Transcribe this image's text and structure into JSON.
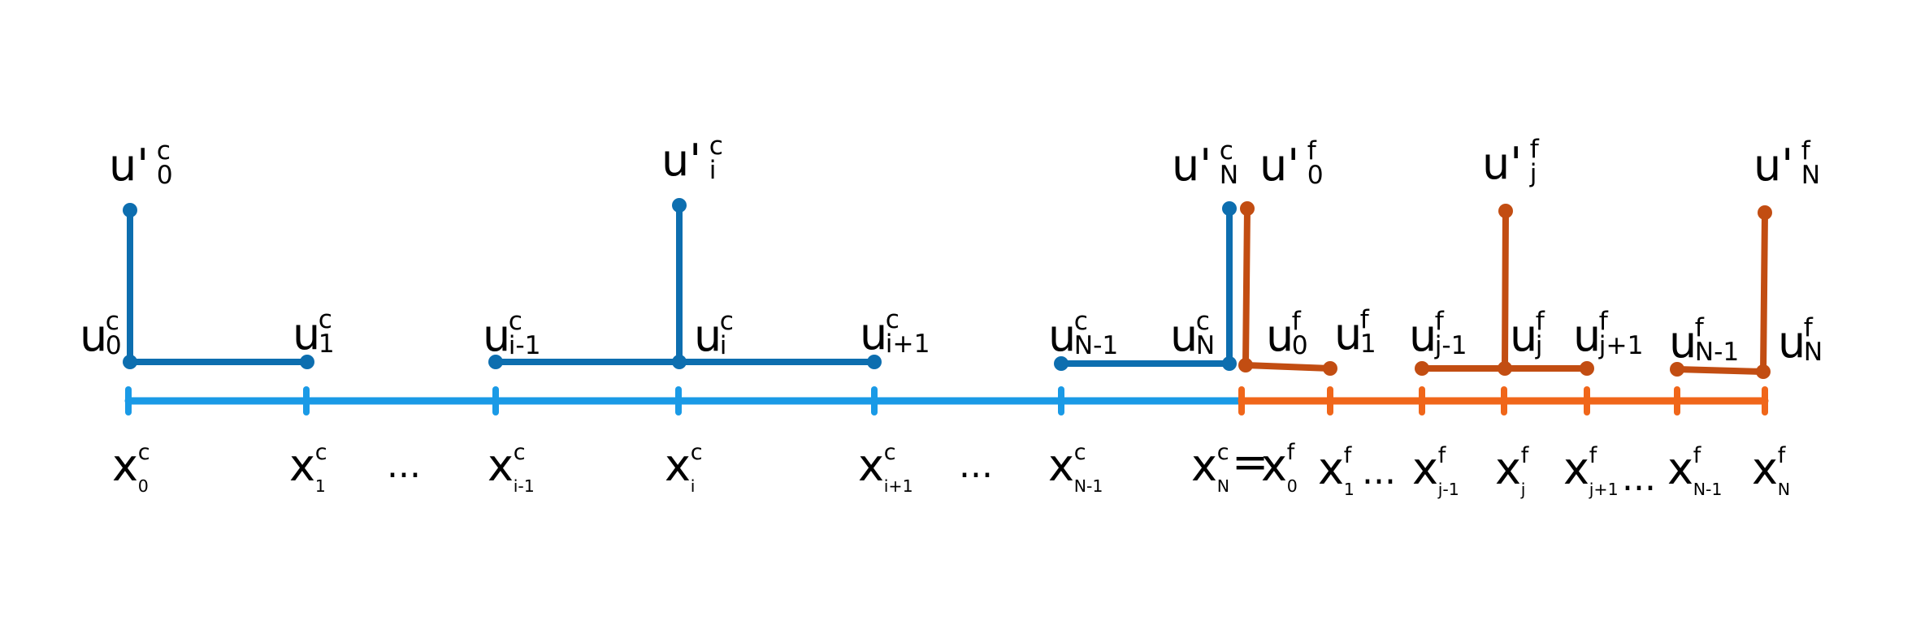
{
  "colors": {
    "coarse_axis": "#1a9ae6",
    "coarse_stem": "#0d6eaf",
    "fine_axis": "#f0661a",
    "fine_stem": "#c24d12",
    "text": "#000000"
  },
  "coarse": {
    "x_labels": [
      {
        "base": "x",
        "sup": "c",
        "sub": "0"
      },
      {
        "base": "x",
        "sup": "c",
        "sub": "1"
      },
      {
        "base": "x",
        "sup": "c",
        "sub": "i-1"
      },
      {
        "base": "x",
        "sup": "c",
        "sub": "i"
      },
      {
        "base": "x",
        "sup": "c",
        "sub": "i+1"
      },
      {
        "base": "x",
        "sup": "c",
        "sub": "N-1"
      }
    ],
    "u_labels": [
      {
        "base": "u",
        "sup": "c",
        "sub": "0"
      },
      {
        "base": "u",
        "sup": "c",
        "sub": "1"
      },
      {
        "base": "u",
        "sup": "c",
        "sub": "i-1"
      },
      {
        "base": "u",
        "sup": "c",
        "sub": "i"
      },
      {
        "base": "u",
        "sup": "c",
        "sub": "i+1"
      },
      {
        "base": "u",
        "sup": "c",
        "sub": "N-1"
      },
      {
        "base": "u",
        "sup": "c",
        "sub": "N"
      }
    ],
    "du_labels": [
      {
        "base": "u'",
        "sup": "c",
        "sub": "0"
      },
      {
        "base": "u'",
        "sup": "c",
        "sub": "i"
      },
      {
        "base": "u'",
        "sup": "c",
        "sub": "N"
      }
    ]
  },
  "interface_label": {
    "left_base": "x",
    "left_sup": "c",
    "left_sub": "N",
    "eq": "=",
    "right_base": "x",
    "right_sup": "f",
    "right_sub": "0"
  },
  "fine": {
    "x_labels": [
      {
        "base": "x",
        "sup": "f",
        "sub": "1"
      },
      {
        "base": "x",
        "sup": "f",
        "sub": "j-1"
      },
      {
        "base": "x",
        "sup": "f",
        "sub": "j"
      },
      {
        "base": "x",
        "sup": "f",
        "sub": "j+1"
      },
      {
        "base": "x",
        "sup": "f",
        "sub": "N-1"
      },
      {
        "base": "x",
        "sup": "f",
        "sub": "N"
      }
    ],
    "u_labels": [
      {
        "base": "u",
        "sup": "f",
        "sub": "0"
      },
      {
        "base": "u",
        "sup": "f",
        "sub": "1"
      },
      {
        "base": "u",
        "sup": "f",
        "sub": "j-1"
      },
      {
        "base": "u",
        "sup": "f",
        "sub": "j"
      },
      {
        "base": "u",
        "sup": "f",
        "sub": "j+1"
      },
      {
        "base": "u",
        "sup": "f",
        "sub": "N-1"
      },
      {
        "base": "u",
        "sup": "f",
        "sub": "N"
      }
    ],
    "du_labels": [
      {
        "base": "u'",
        "sup": "f",
        "sub": "0"
      },
      {
        "base": "u'",
        "sup": "f",
        "sub": "j"
      },
      {
        "base": "u'",
        "sup": "f",
        "sub": "N"
      }
    ]
  },
  "ellipses": [
    "...",
    "...",
    "...",
    "..."
  ]
}
